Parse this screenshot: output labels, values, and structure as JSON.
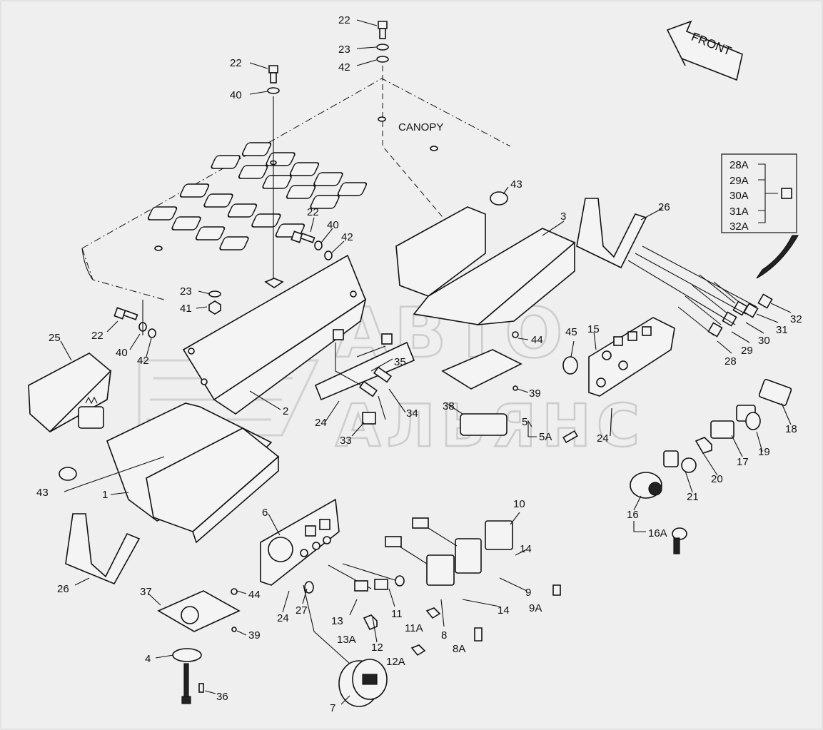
{
  "diagram": {
    "canopy_label": "CANOPY",
    "front_label": "FRONT",
    "watermark_top": "АВТО",
    "watermark_bottom": "АЛЬЯНС",
    "inset_labels": [
      "28A",
      "29A",
      "30A",
      "31A",
      "32A"
    ],
    "callouts": [
      {
        "id": "c22a",
        "text": "22"
      },
      {
        "id": "c23a",
        "text": "23"
      },
      {
        "id": "c42a",
        "text": "42"
      },
      {
        "id": "c22b",
        "text": "22"
      },
      {
        "id": "c40a",
        "text": "40"
      },
      {
        "id": "c43a",
        "text": "43"
      },
      {
        "id": "c26a",
        "text": "26"
      },
      {
        "id": "c3",
        "text": "3"
      },
      {
        "id": "c22c",
        "text": "22"
      },
      {
        "id": "c40b",
        "text": "40"
      },
      {
        "id": "c42b",
        "text": "42"
      },
      {
        "id": "c23b",
        "text": "23"
      },
      {
        "id": "c41",
        "text": "41"
      },
      {
        "id": "c22d",
        "text": "22"
      },
      {
        "id": "c40c",
        "text": "40"
      },
      {
        "id": "c42c",
        "text": "42"
      },
      {
        "id": "c25",
        "text": "25"
      },
      {
        "id": "c2",
        "text": "2"
      },
      {
        "id": "c35",
        "text": "35"
      },
      {
        "id": "c44a",
        "text": "44"
      },
      {
        "id": "c45",
        "text": "45"
      },
      {
        "id": "c15",
        "text": "15"
      },
      {
        "id": "c32",
        "text": "32"
      },
      {
        "id": "c31",
        "text": "31"
      },
      {
        "id": "c30",
        "text": "30"
      },
      {
        "id": "c29",
        "text": "29"
      },
      {
        "id": "c28",
        "text": "28"
      },
      {
        "id": "c39a",
        "text": "39"
      },
      {
        "id": "c24a",
        "text": "24"
      },
      {
        "id": "c34",
        "text": "34"
      },
      {
        "id": "c38",
        "text": "38"
      },
      {
        "id": "c5",
        "text": "5"
      },
      {
        "id": "c5A",
        "text": "5A"
      },
      {
        "id": "c33",
        "text": "33"
      },
      {
        "id": "c24b",
        "text": "24"
      },
      {
        "id": "c18",
        "text": "18"
      },
      {
        "id": "c19",
        "text": "19"
      },
      {
        "id": "c17",
        "text": "17"
      },
      {
        "id": "c20",
        "text": "20"
      },
      {
        "id": "c21",
        "text": "21"
      },
      {
        "id": "c16",
        "text": "16"
      },
      {
        "id": "c16A",
        "text": "16A"
      },
      {
        "id": "c43b",
        "text": "43"
      },
      {
        "id": "c1",
        "text": "1"
      },
      {
        "id": "c6",
        "text": "6"
      },
      {
        "id": "c10",
        "text": "10"
      },
      {
        "id": "c14a",
        "text": "14"
      },
      {
        "id": "c9",
        "text": "9"
      },
      {
        "id": "c14b",
        "text": "14"
      },
      {
        "id": "c9A",
        "text": "9A"
      },
      {
        "id": "c26b",
        "text": "26"
      },
      {
        "id": "c37",
        "text": "37"
      },
      {
        "id": "c44b",
        "text": "44"
      },
      {
        "id": "c39b",
        "text": "39"
      },
      {
        "id": "c24c",
        "text": "24"
      },
      {
        "id": "c27",
        "text": "27"
      },
      {
        "id": "c11",
        "text": "11"
      },
      {
        "id": "c8",
        "text": "8"
      },
      {
        "id": "c13",
        "text": "13"
      },
      {
        "id": "c13A",
        "text": "13A"
      },
      {
        "id": "c11A",
        "text": "11A"
      },
      {
        "id": "c12",
        "text": "12"
      },
      {
        "id": "c12A",
        "text": "12A"
      },
      {
        "id": "c8A",
        "text": "8A"
      },
      {
        "id": "c4",
        "text": "4"
      },
      {
        "id": "c36",
        "text": "36"
      },
      {
        "id": "c7",
        "text": "7"
      }
    ]
  }
}
